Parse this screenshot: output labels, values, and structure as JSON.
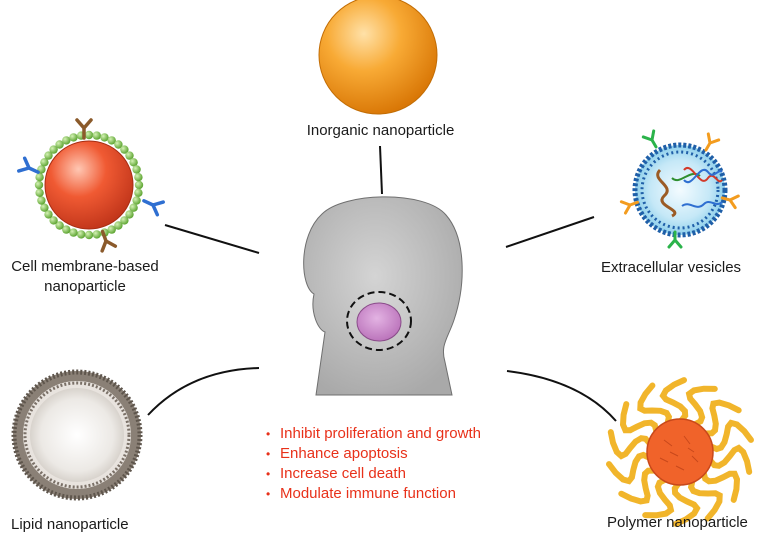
{
  "nodes": {
    "inorganic": {
      "label": "Inorganic nanoparticle"
    },
    "cell_membrane": {
      "label_line1": "Cell membrane-based",
      "label_line2": "nanoparticle"
    },
    "extracellular": {
      "label": "Extracellular vesicles"
    },
    "lipid": {
      "label": "Lipid nanoparticle"
    },
    "polymer": {
      "label": "Polymer nanoparticle"
    }
  },
  "effects": [
    "Inhibit proliferation and growth",
    "Enhance apoptosis",
    "Increase cell death",
    "Modulate immune function"
  ],
  "colors": {
    "effects_text": "#e8311a",
    "head_fill": "#bdbdbd",
    "tumor_fill": "#c986c9",
    "inorganic_core": "#f7a428",
    "cell_core": "#e8502a",
    "membrane_beads": "#7cc043",
    "vesicle_fill": "#7ec8e8",
    "polymer_arms": "#f1b52b",
    "polymer_core": "#f0632a"
  },
  "icons": [
    "head-silhouette-icon",
    "tumor-icon",
    "antibody-icon",
    "dna-helix-icon"
  ]
}
